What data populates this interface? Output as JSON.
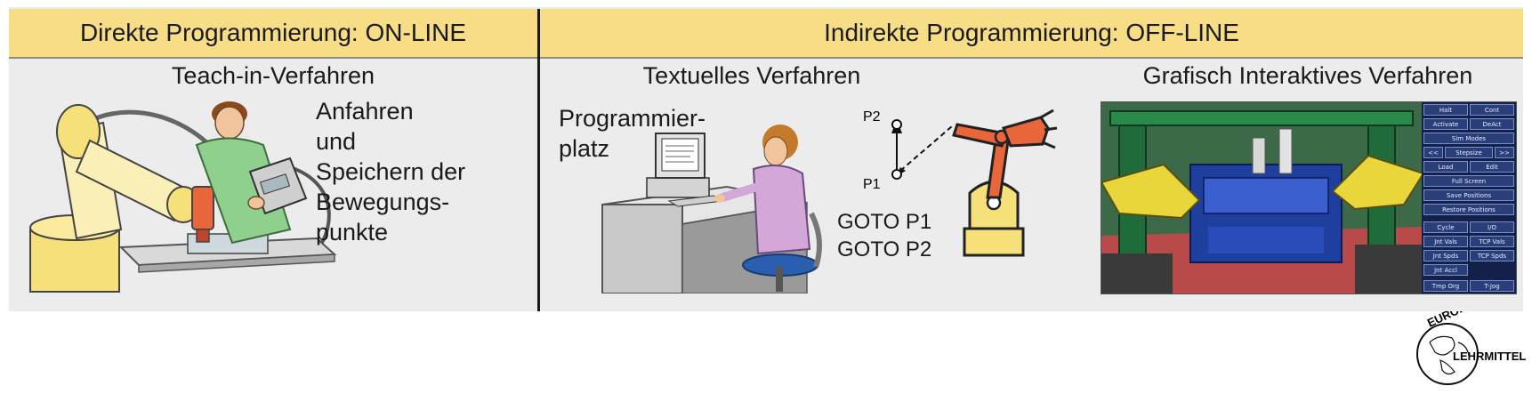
{
  "header": {
    "left": "Direkte Programmierung: ON-LINE",
    "right": "Indirekte Programmierung: OFF-LINE"
  },
  "sections": {
    "teach": {
      "title": "Teach-in-Verfahren",
      "lines": [
        "Anfahren",
        "und",
        "Speichern der",
        "Bewegungs-",
        "punkte"
      ]
    },
    "text": {
      "title": "Textuelles Verfahren",
      "place_lines": [
        "Programmier-",
        "platz"
      ],
      "point_p2": "P2",
      "point_p1": "P1",
      "code": [
        "GOTO P1",
        "GOTO P2"
      ]
    },
    "graphic": {
      "title": "Grafisch Interaktives Verfahren",
      "sim_buttons": [
        [
          "Halt",
          "Cont"
        ],
        [
          "Activate",
          "DeAct"
        ],
        [
          "Sim Modes"
        ],
        [
          "<<",
          "Stepsize",
          ">>"
        ],
        [
          "Load",
          "Edit"
        ],
        [
          "Full Screen"
        ],
        [
          "Save Positions"
        ],
        [
          "Restore Positions"
        ],
        [
          "Cycle",
          "I/O"
        ],
        [
          "Jnt Vals",
          "TCP Vals"
        ],
        [
          "Jnt Spds",
          "TCP Spds"
        ],
        [
          "Jnt Accl"
        ],
        [
          "Tmp Org",
          "T-Jog"
        ]
      ]
    }
  },
  "logo": {
    "top_text": "EUROPA",
    "bottom_text": "LEHRMITTEL"
  },
  "colors": {
    "header_bg": "#f7dd86",
    "panel_bg": "#ececec",
    "robot_orange": "#e8663a",
    "robot_yellow": "#f6e07a"
  }
}
